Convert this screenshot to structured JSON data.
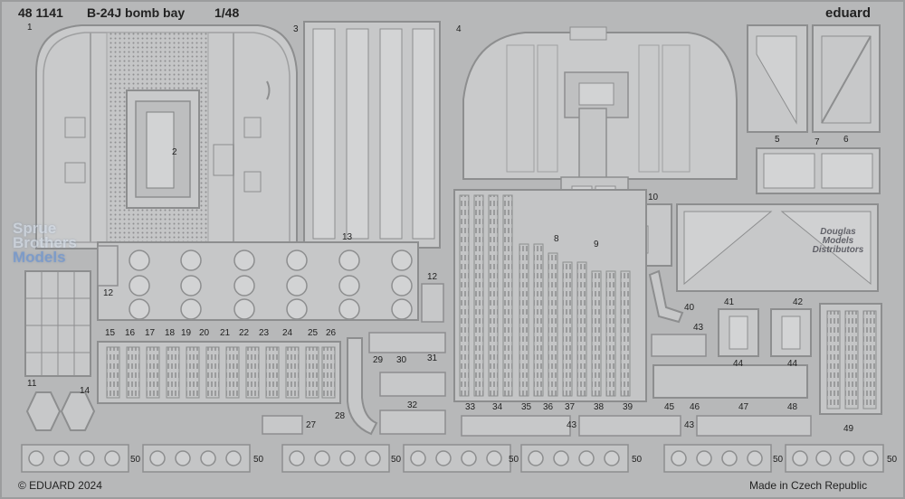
{
  "header": {
    "code": "48 1141",
    "title": "B-24J bomb bay",
    "scale": "1/48",
    "brand": "eduard"
  },
  "footer": {
    "copyright": "© EDUARD 2024",
    "origin": "Made in Czech Republic"
  },
  "watermarks": {
    "sbm": [
      "Sprue",
      "Brothers",
      "Models"
    ],
    "dmd": [
      "Douglas",
      "Models",
      "Distributors"
    ]
  },
  "part_numbers": [
    "1",
    "2",
    "3",
    "4",
    "5",
    "6",
    "7",
    "8",
    "9",
    "10",
    "11",
    "12",
    "12",
    "13",
    "14",
    "15",
    "16",
    "17",
    "18",
    "19",
    "20",
    "21",
    "22",
    "23",
    "24",
    "25",
    "26",
    "27",
    "28",
    "29",
    "30",
    "31",
    "32",
    "33",
    "34",
    "35",
    "36",
    "37",
    "38",
    "39",
    "40",
    "41",
    "42",
    "43",
    "43",
    "43",
    "44",
    "44",
    "45",
    "46",
    "47",
    "48",
    "49",
    "50",
    "50",
    "50",
    "50",
    "50",
    "50",
    "50"
  ],
  "colors": {
    "fret": "#b7b8b9",
    "etch_face": "#c9cacb",
    "etch_edge": "#8d8e8f",
    "text": "#222222"
  }
}
